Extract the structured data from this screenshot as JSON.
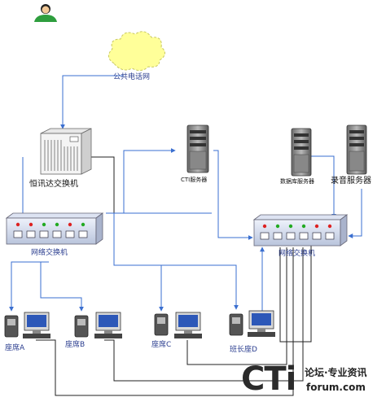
{
  "nodes": {
    "pstn": "公共电话网",
    "pbx": "恒讯达交换机",
    "cti_server": "CTI服务器",
    "db_server": "数据库服务器",
    "recording_server": "录音服务器",
    "switch_left": "网络交换机",
    "switch_right": "网络交换机",
    "seat_a": "座席A",
    "seat_b": "座席B",
    "seat_c": "座席C",
    "seat_d": "班长座D"
  },
  "watermark": {
    "logo": "CTi",
    "tagline": "论坛·专业资讯",
    "url": "forum.com"
  },
  "colors": {
    "line_blue": "#3a6fd0",
    "line_dark": "#222222",
    "cloud": "#ffff99",
    "person_green": "#2e9e3e"
  }
}
